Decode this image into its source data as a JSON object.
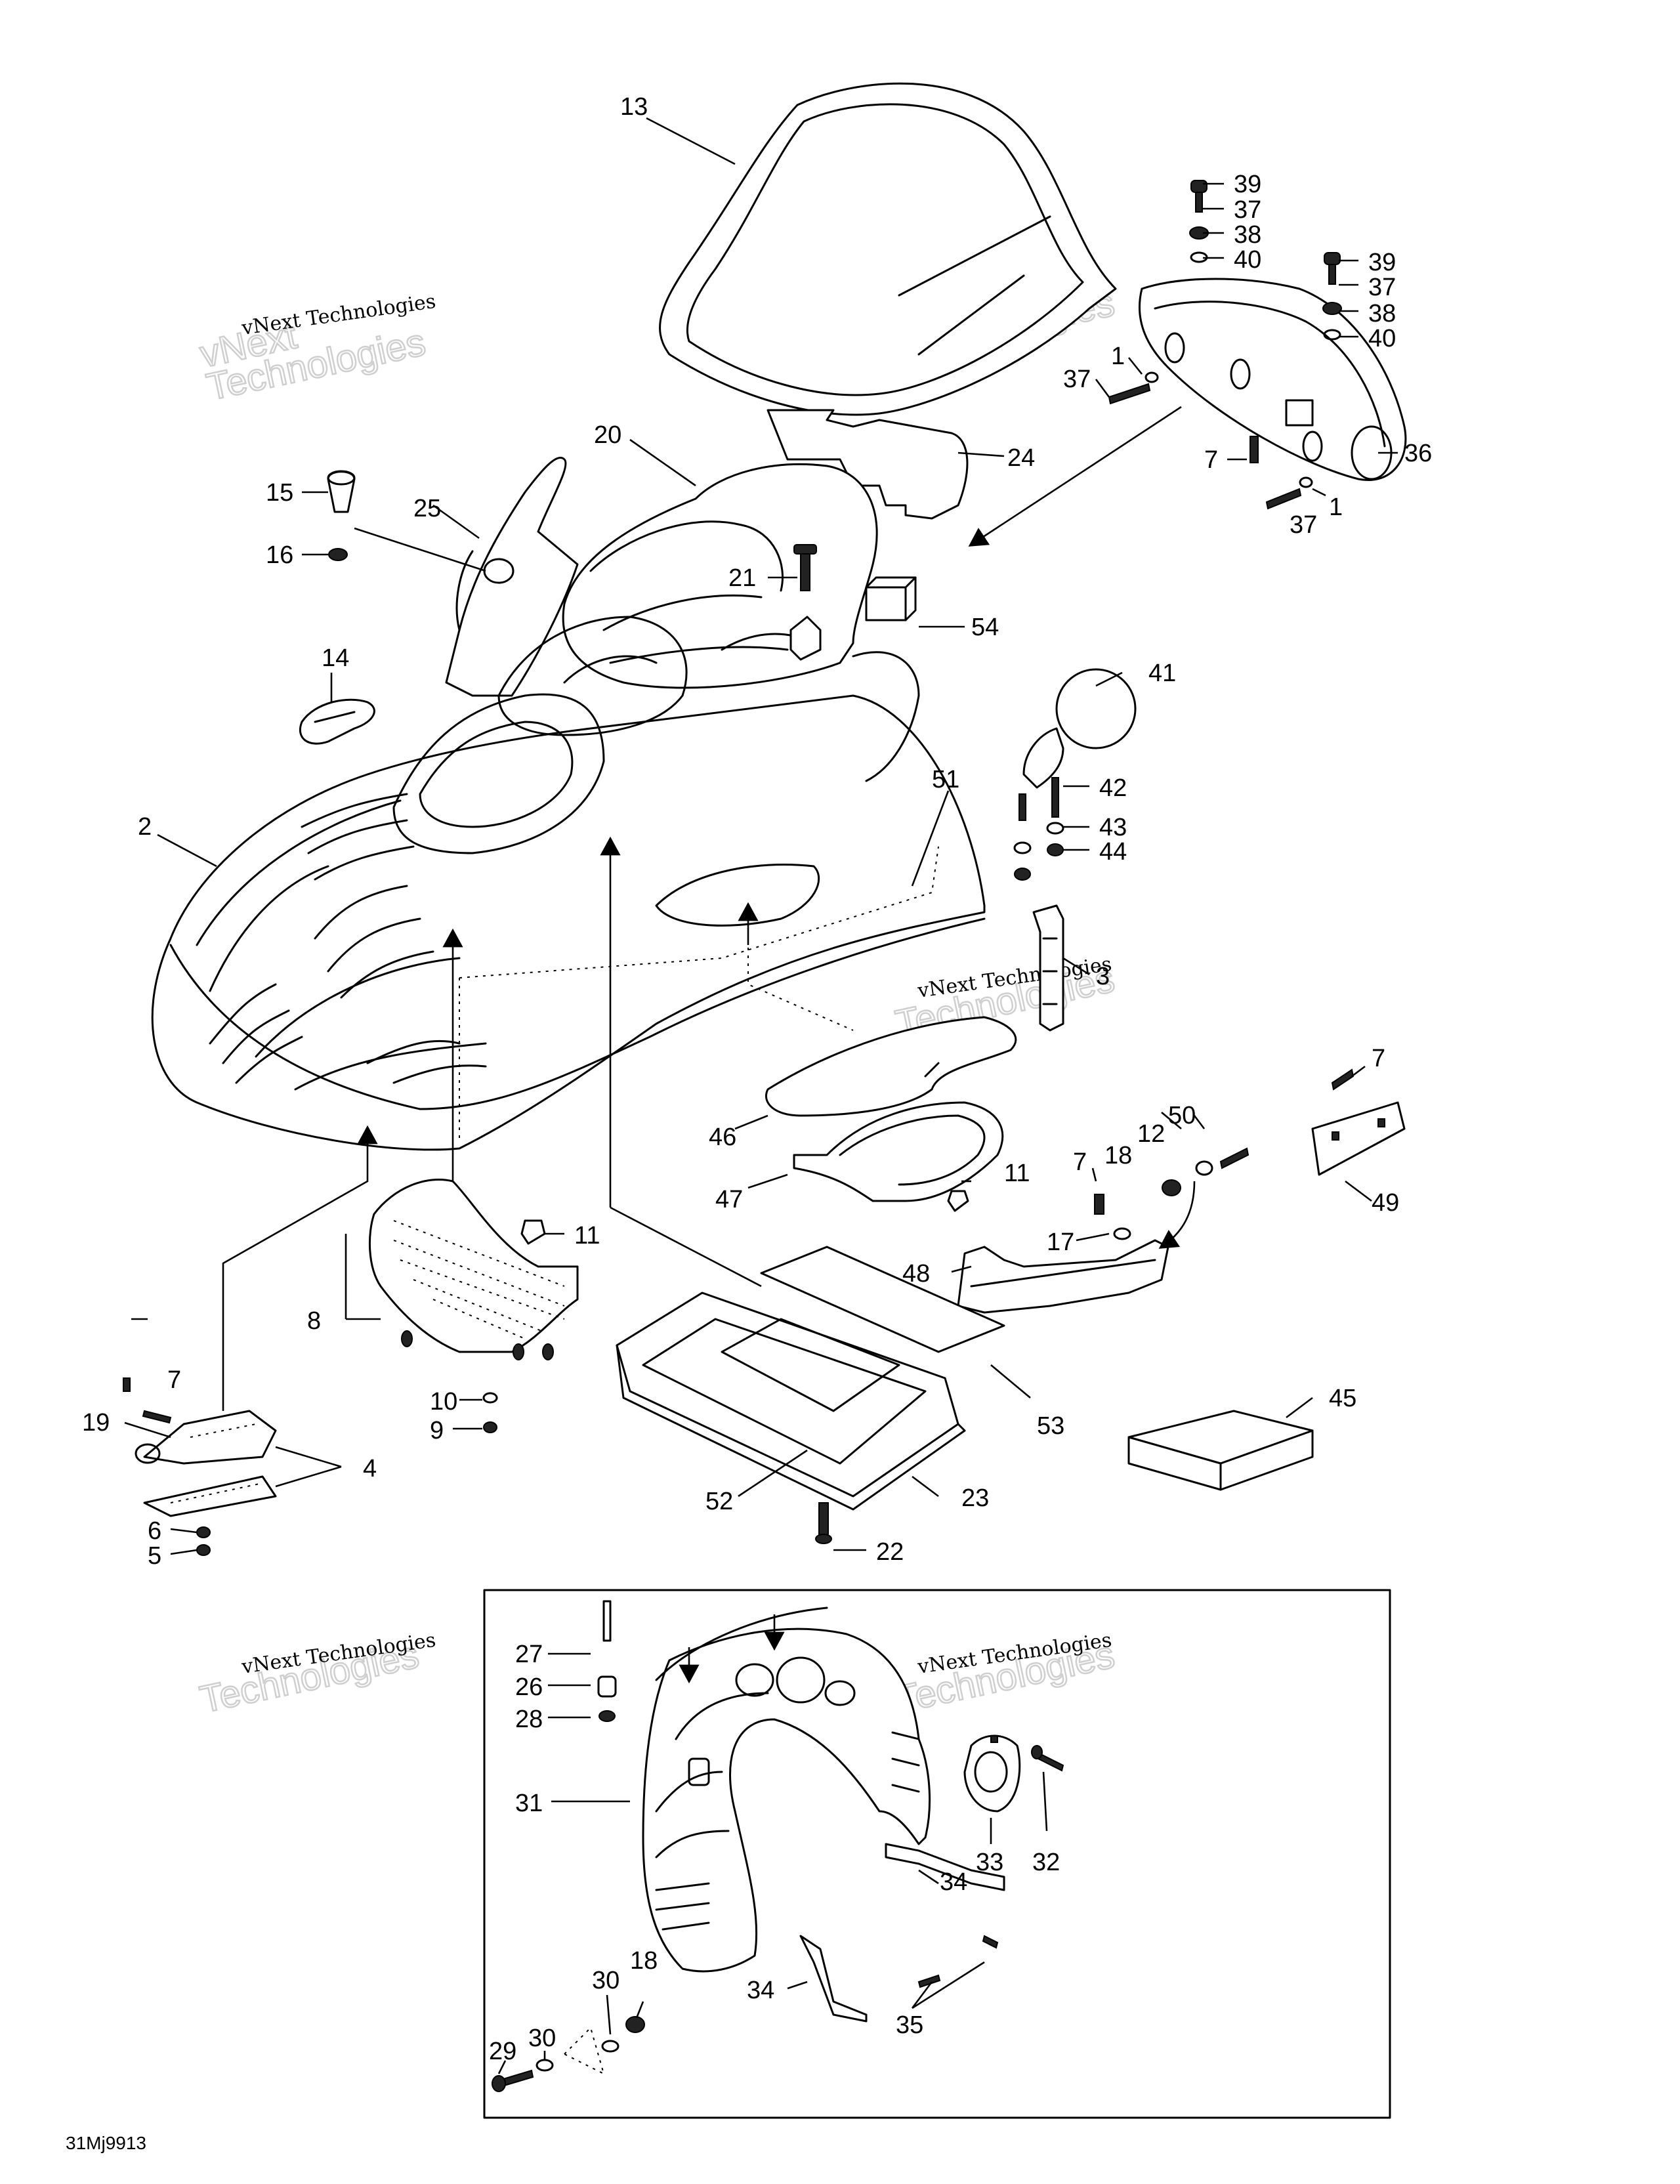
{
  "diagram_code": "31Mj9913",
  "watermark": {
    "line1": "vNext Technologies",
    "line2a": "vNext",
    "line2b": "Technologies"
  },
  "callouts": {
    "c13": "13",
    "c39a": "39",
    "c37a": "37",
    "c38a": "38",
    "c40a": "40",
    "c39b": "39",
    "c37b": "37",
    "c38b": "38",
    "c40b": "40",
    "c1a": "1",
    "c37c": "37",
    "c7a": "7",
    "c36": "36",
    "c1b": "1",
    "c37d": "37",
    "c24": "24",
    "c20": "20",
    "c15": "15",
    "c16": "16",
    "c25": "25",
    "c21": "21",
    "c54": "54",
    "c14": "14",
    "c41": "41",
    "c42": "42",
    "c43": "43",
    "c44": "44",
    "c2": "2",
    "c51": "51",
    "c3": "3",
    "c46": "46",
    "c7b": "7",
    "c50": "50",
    "c12": "12",
    "c18a": "18",
    "c7c": "7",
    "c11a": "11",
    "c47": "47",
    "c49": "49",
    "c11b": "11",
    "c17": "17",
    "c48": "48",
    "c8": "8",
    "c7d": "7",
    "c10": "10",
    "c9": "9",
    "c19": "19",
    "c4": "4",
    "c6": "6",
    "c5": "5",
    "c53": "53",
    "c45": "45",
    "c52": "52",
    "c23": "23",
    "c22": "22",
    "c27": "27",
    "c26": "26",
    "c28": "28",
    "c31": "31",
    "c33": "33",
    "c32": "32",
    "c34a": "34",
    "c34b": "34",
    "c35": "35",
    "c30a": "30",
    "c18b": "18",
    "c30b": "30",
    "c29": "29"
  }
}
